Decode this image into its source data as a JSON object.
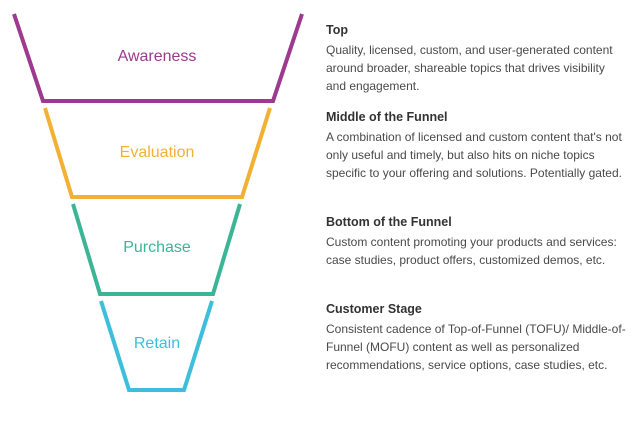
{
  "colors": {
    "awareness": "#9b3a8f",
    "evaluation": "#f2b134",
    "purchase": "#3cb596",
    "retain": "#3dbfdb"
  },
  "stages": [
    {
      "label": "Awareness",
      "color_key": "awareness"
    },
    {
      "label": "Evaluation",
      "color_key": "evaluation"
    },
    {
      "label": "Purchase",
      "color_key": "purchase"
    },
    {
      "label": "Retain",
      "color_key": "retain"
    }
  ],
  "descriptions": [
    {
      "heading": "Top",
      "body": "Quality, licensed, custom, and user-generated content around broader, shareable topics that drives visibility and engagement."
    },
    {
      "heading": "Middle of the Funnel",
      "body": "A combination of licensed and custom content that's not only useful and timely, but also hits on niche topics specific to your offering and solutions. Potentially gated."
    },
    {
      "heading": "Bottom of the Funnel",
      "body": "Custom content promoting your products and services: case studies, product offers, customized demos, etc."
    },
    {
      "heading": "Customer Stage",
      "body": "Consistent cadence of Top-of-Funnel (TOFU)/ Middle-of-Funnel (MOFU) content as well as personalized recommendations, service options, case studies, etc."
    }
  ]
}
